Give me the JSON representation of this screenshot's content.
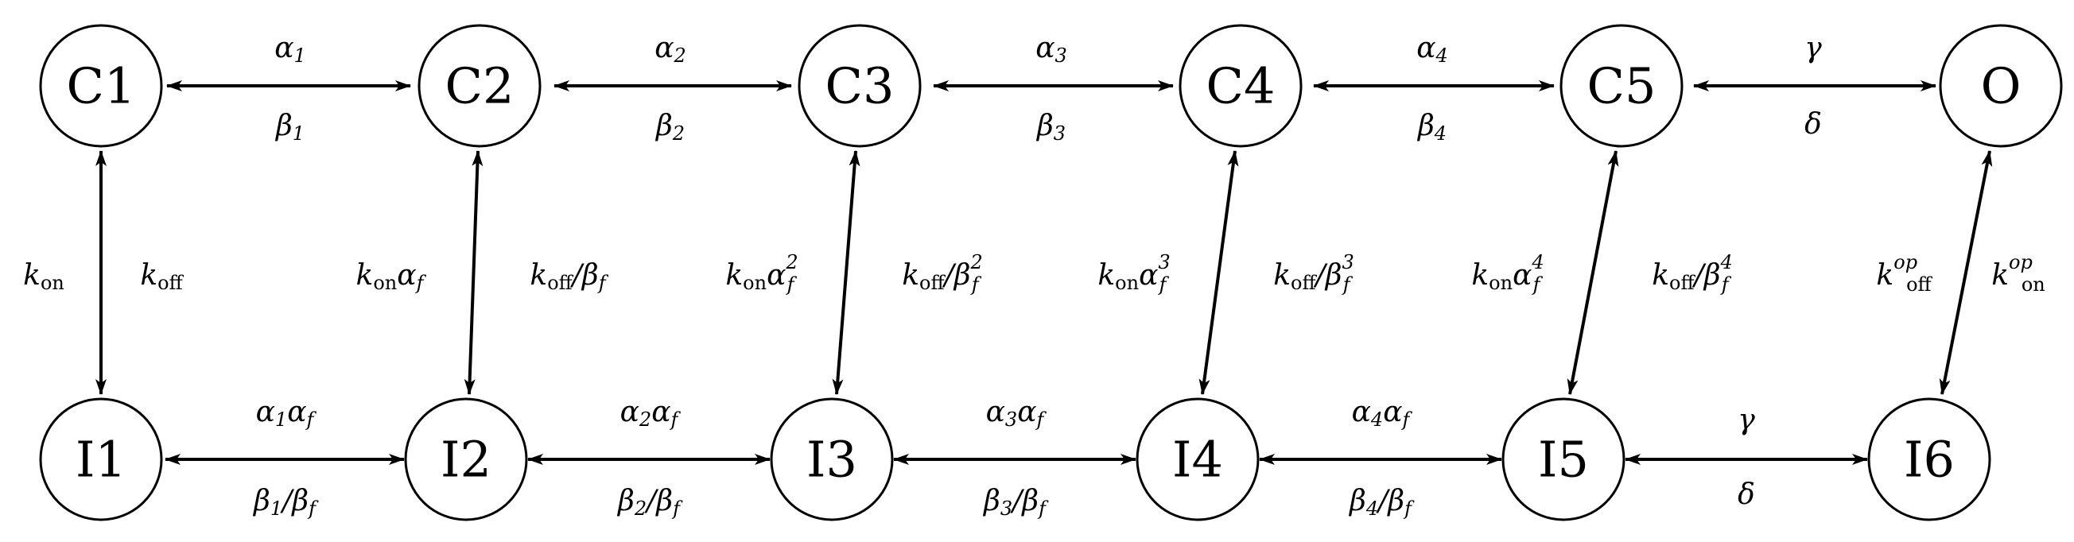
{
  "nodes": {
    "C1": "C1",
    "C2": "C2",
    "C3": "C3",
    "C4": "C4",
    "C5": "C5",
    "O": "O",
    "I1": "I1",
    "I2": "I2",
    "I3": "I3",
    "I4": "I4",
    "I5": "I5",
    "I6": "I6"
  },
  "top_rates": {
    "c1_c2": {
      "fwd": "α1",
      "bwd": "β1"
    },
    "c2_c3": {
      "fwd": "α2",
      "bwd": "β2"
    },
    "c3_c4": {
      "fwd": "α3",
      "bwd": "β3"
    },
    "c4_c5": {
      "fwd": "α4",
      "bwd": "β4"
    },
    "c5_o": {
      "fwd": "γ",
      "bwd": "δ"
    }
  },
  "bottom_rates": {
    "i1_i2": {
      "fwd": "α1αf",
      "bwd": "β1/βf"
    },
    "i2_i3": {
      "fwd": "α2αf",
      "bwd": "β2/βf"
    },
    "i3_i4": {
      "fwd": "α3αf",
      "bwd": "β3/βf"
    },
    "i4_i5": {
      "fwd": "α4αf",
      "bwd": "β4/βf"
    },
    "i5_i6": {
      "fwd": "γ",
      "bwd": "δ"
    }
  },
  "vertical_rates": {
    "c1_i1": {
      "left": "kon",
      "right": "koff"
    },
    "c2_i2": {
      "left": "konαf",
      "right": "koff/βf"
    },
    "c3_i3": {
      "left": "konαf2",
      "right": "koff/βf2"
    },
    "c4_i4": {
      "left": "konαf3",
      "right": "koff/βf3"
    },
    "c5_i5": {
      "left": "konαf4",
      "right": "koff/βf4"
    },
    "o_i6": {
      "left": "koffop",
      "right": "konop"
    }
  }
}
